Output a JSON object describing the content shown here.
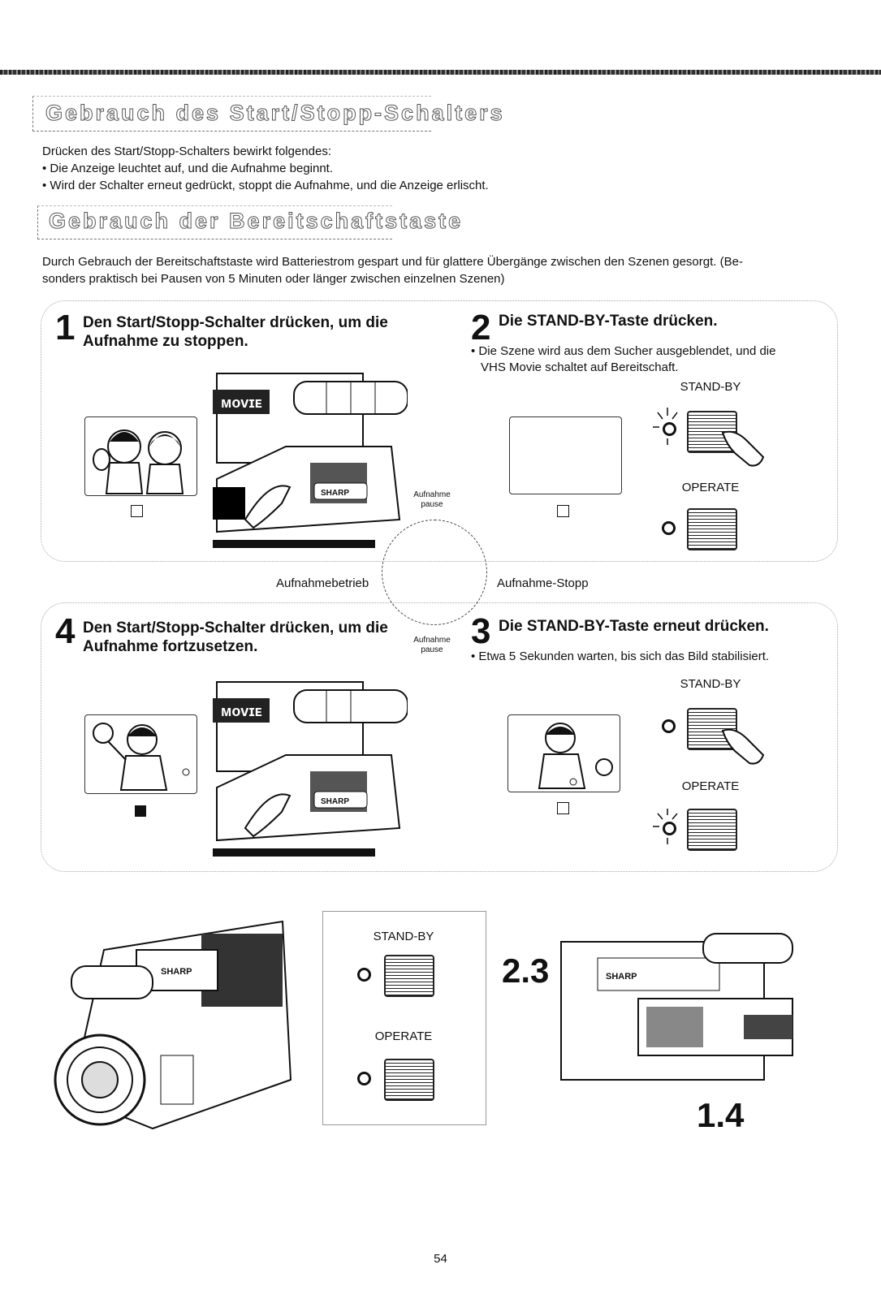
{
  "section1": {
    "heading": "Gebrauch des Start/Stopp-Schalters",
    "intro": "Drücken des Start/Stopp-Schalters bewirkt folgendes:",
    "bullets": [
      "• Die Anzeige leuchtet auf, und die Aufnahme beginnt.",
      "• Wird der Schalter erneut gedrückt, stoppt die Aufnahme, und die Anzeige erlischt."
    ]
  },
  "section2": {
    "heading": "Gebrauch der Bereitschaftstaste",
    "text_line1": "Durch Gebrauch der Bereitschaftstaste wird Batteriestrom gespart und für glattere Übergänge zwischen den Szenen gesorgt. (Be-",
    "text_line2": "sonders praktisch bei Pausen von 5 Minuten oder länger zwischen einzelnen Szenen)"
  },
  "steps": {
    "s1": {
      "num": "1",
      "line1": "Den Start/Stopp-Schalter drücken, um die",
      "line2": "Aufnahme zu stoppen."
    },
    "s2": {
      "num": "2",
      "title": "Die STAND-BY-Taste drücken.",
      "desc1": "• Die Szene wird aus dem Sucher ausgeblendet, und die",
      "desc2": "VHS Movie schaltet auf Bereitschaft."
    },
    "s3": {
      "num": "3",
      "title": "Die STAND-BY-Taste erneut drücken.",
      "desc": "• Etwa 5 Sekunden warten, bis sich das Bild stabilisiert."
    },
    "s4": {
      "num": "4",
      "line1": "Den Start/Stopp-Schalter drücken, um die",
      "line2": "Aufnahme fortzusetzen."
    }
  },
  "labels": {
    "standby": "STAND-BY",
    "operate": "OPERATE",
    "aufnahme": "Aufnahme",
    "pause": "pause",
    "aufnahmebetrieb": "Aufnahmebetrieb",
    "aufnahme_stopp": "Aufnahme-Stopp",
    "brand": "SHARP"
  },
  "callouts": {
    "c23": "2.3",
    "c14": "1.4"
  },
  "page_number": "54"
}
